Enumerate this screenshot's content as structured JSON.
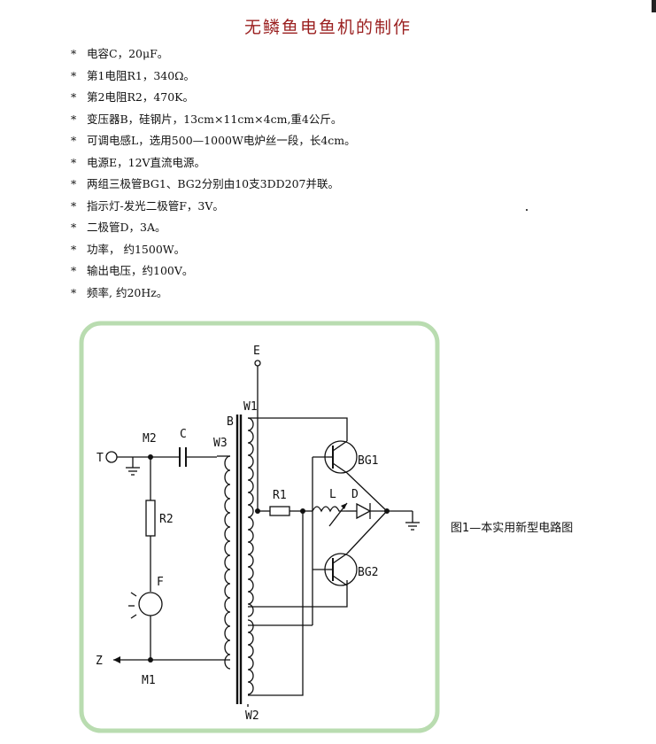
{
  "title": "无鳞鱼电鱼机的制作",
  "bullet": "*",
  "specs": [
    "电容C，20μF。",
    "第1电阻R1，340Ω。",
    "第2电阻R2，470K。",
    "变压器B，硅钢片，13cm×11cm×4cm,重4公斤。",
    "可调电感L，选用500—1000W电炉丝一段，长4cm。",
    "电源E，12V直流电源。",
    "两组三极管BG1、BG2分别由10支3DD207并联。",
    "指示灯-发光二极管F，3V。",
    "二极管D，3A。",
    "功率， 约1500W。",
    "输出电压，约100V。",
    "频率, 约20Hz。"
  ],
  "caption": "图1—本实用新型电路图",
  "circuit_labels": {
    "E": "E",
    "B": "B",
    "W1": "W1",
    "W2": "W2",
    "W3": "W3",
    "M2": "M2",
    "M1": "M1",
    "C": "C",
    "T": "T",
    "Z": "Z",
    "R1": "R1",
    "R2": "R2",
    "F": "F",
    "L": "L",
    "D": "D",
    "BG1": "BG1",
    "BG2": "BG2"
  },
  "colors": {
    "title": "#9a1f1f",
    "frame": "#b9dcb0"
  }
}
